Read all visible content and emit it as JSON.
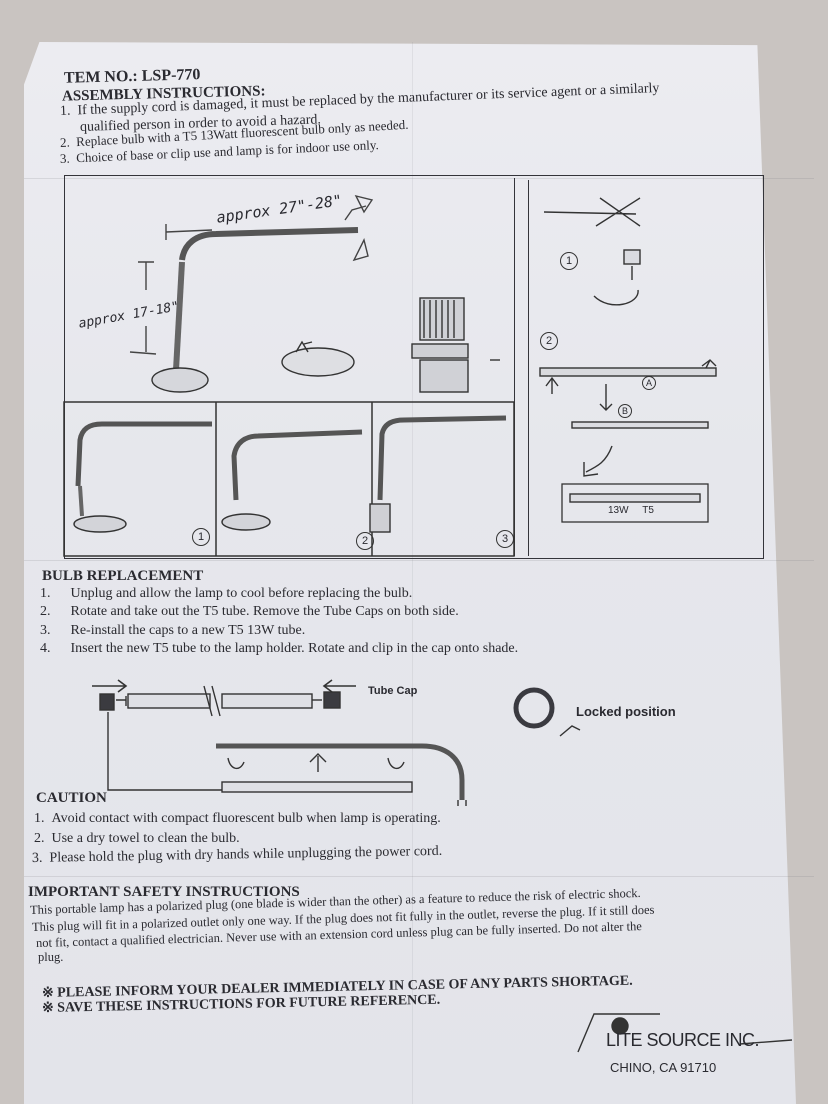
{
  "header": {
    "item_no": "TEM NO.: LSP-770",
    "assembly_title": "ASSEMBLY INSTRUCTIONS:",
    "assembly_items": [
      {
        "num": "1.",
        "text": "If the supply cord is damaged, it must be replaced by the manufacturer or its service agent or a similarly"
      },
      {
        "num": "",
        "text": "qualified person in order to avoid a hazard."
      },
      {
        "num": "2.",
        "text": "Replace bulb with a T5 13Watt fluorescent bulb only as needed."
      },
      {
        "num": "3.",
        "text": "Choice of base or clip use and lamp is for indoor use only."
      }
    ]
  },
  "diagram": {
    "width_note": "approx 27\"-28\"",
    "height_note": "approx 17-18\"",
    "step_numbers": [
      "1",
      "2",
      "3"
    ],
    "side_numbers": [
      "1",
      "2"
    ],
    "label_a": "A",
    "label_b": "B",
    "bulb_spec": "13W     T5"
  },
  "bulb_replacement": {
    "title": "BULB REPLACEMENT",
    "items": [
      {
        "num": "1.",
        "text": "Unplug and allow the lamp to cool before replacing the bulb."
      },
      {
        "num": "2.",
        "text": "Rotate and take out the T5 tube. Remove the Tube Caps on both side."
      },
      {
        "num": "3.",
        "text": "Re-install the caps to a new T5 13W tube."
      },
      {
        "num": "4.",
        "text": "Insert the new T5 tube to the lamp holder. Rotate and clip in the cap onto shade."
      }
    ],
    "tube_cap_label": "Tube Cap",
    "locked_label": "Locked position"
  },
  "caution": {
    "title": "CAUTION",
    "items": [
      {
        "num": "1.",
        "text": "Avoid contact with compact fluorescent bulb when lamp is operating."
      },
      {
        "num": "2.",
        "text": "Use a dry towel to clean the bulb."
      },
      {
        "num": "3.",
        "text": "Please hold the plug with dry hands while unplugging the power cord."
      }
    ]
  },
  "safety": {
    "title": "IMPORTANT SAFETY INSTRUCTIONS",
    "lines": [
      "This portable lamp has a polarized plug (one blade is wider than the other) as a feature to reduce the risk of electric shock.",
      "This plug will fit in a polarized outlet only one way. If the plug does not fit fully in the outlet, reverse the plug. If it still does",
      "not fit, contact a qualified electrician. Never use with an extension cord unless plug can be fully inserted. Do not alter the",
      "plug."
    ]
  },
  "notices": [
    "※ PLEASE INFORM YOUR DEALER IMMEDIATELY IN CASE OF ANY PARTS SHORTAGE.",
    "※ SAVE THESE INSTRUCTIONS FOR FUTURE REFERENCE."
  ],
  "company": {
    "name": "LITE SOURCE INC.",
    "location": "CHINO, CA 91710"
  }
}
